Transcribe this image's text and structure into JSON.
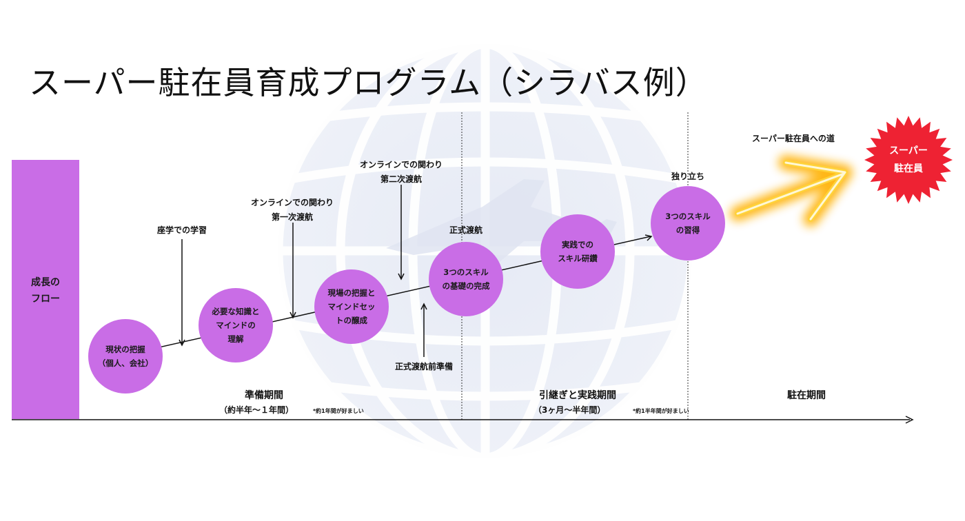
{
  "title": "スーパー駐在員育成プログラム（シラバス例）",
  "sidebar": {
    "label": "成長の\nフロー"
  },
  "stages": [
    {
      "text": "現状の把握\n（個人、会社）"
    },
    {
      "text": "必要な知識と\nマインドの\n理解"
    },
    {
      "text": "現場の把握と\nマインドセッ\nトの醸成"
    },
    {
      "text": "3つのスキル\nの基礎の完成"
    },
    {
      "text": "実践での\nスキル研鑽"
    },
    {
      "text": "3つのスキル\nの習得"
    }
  ],
  "notes": {
    "classroom": "座学での学習",
    "online1": "オンラインでの関わり\n第一次渡航",
    "online2": "オンラインでの関わり\n第二次渡航",
    "official": "正式渡航",
    "pre_official": "正式渡航前準備",
    "independence": "独り立ち",
    "road": "スーパー駐在員への道"
  },
  "phases": {
    "prep": {
      "label": "準備期間",
      "sub": "（約半年〜１年間）",
      "note": "*約1年間が好ましい"
    },
    "handover": {
      "label": "引継ぎと実践期間",
      "sub": "（3ヶ月〜半年間）",
      "note": "*約1半年間が好ましい"
    },
    "expat": {
      "label": "駐在期間"
    }
  },
  "burst": {
    "text": "スーパー\n駐在員"
  },
  "colors": {
    "accent": "#c96de6",
    "burst": "#ee2233",
    "glow": "#ffb000",
    "line": "#111111"
  }
}
